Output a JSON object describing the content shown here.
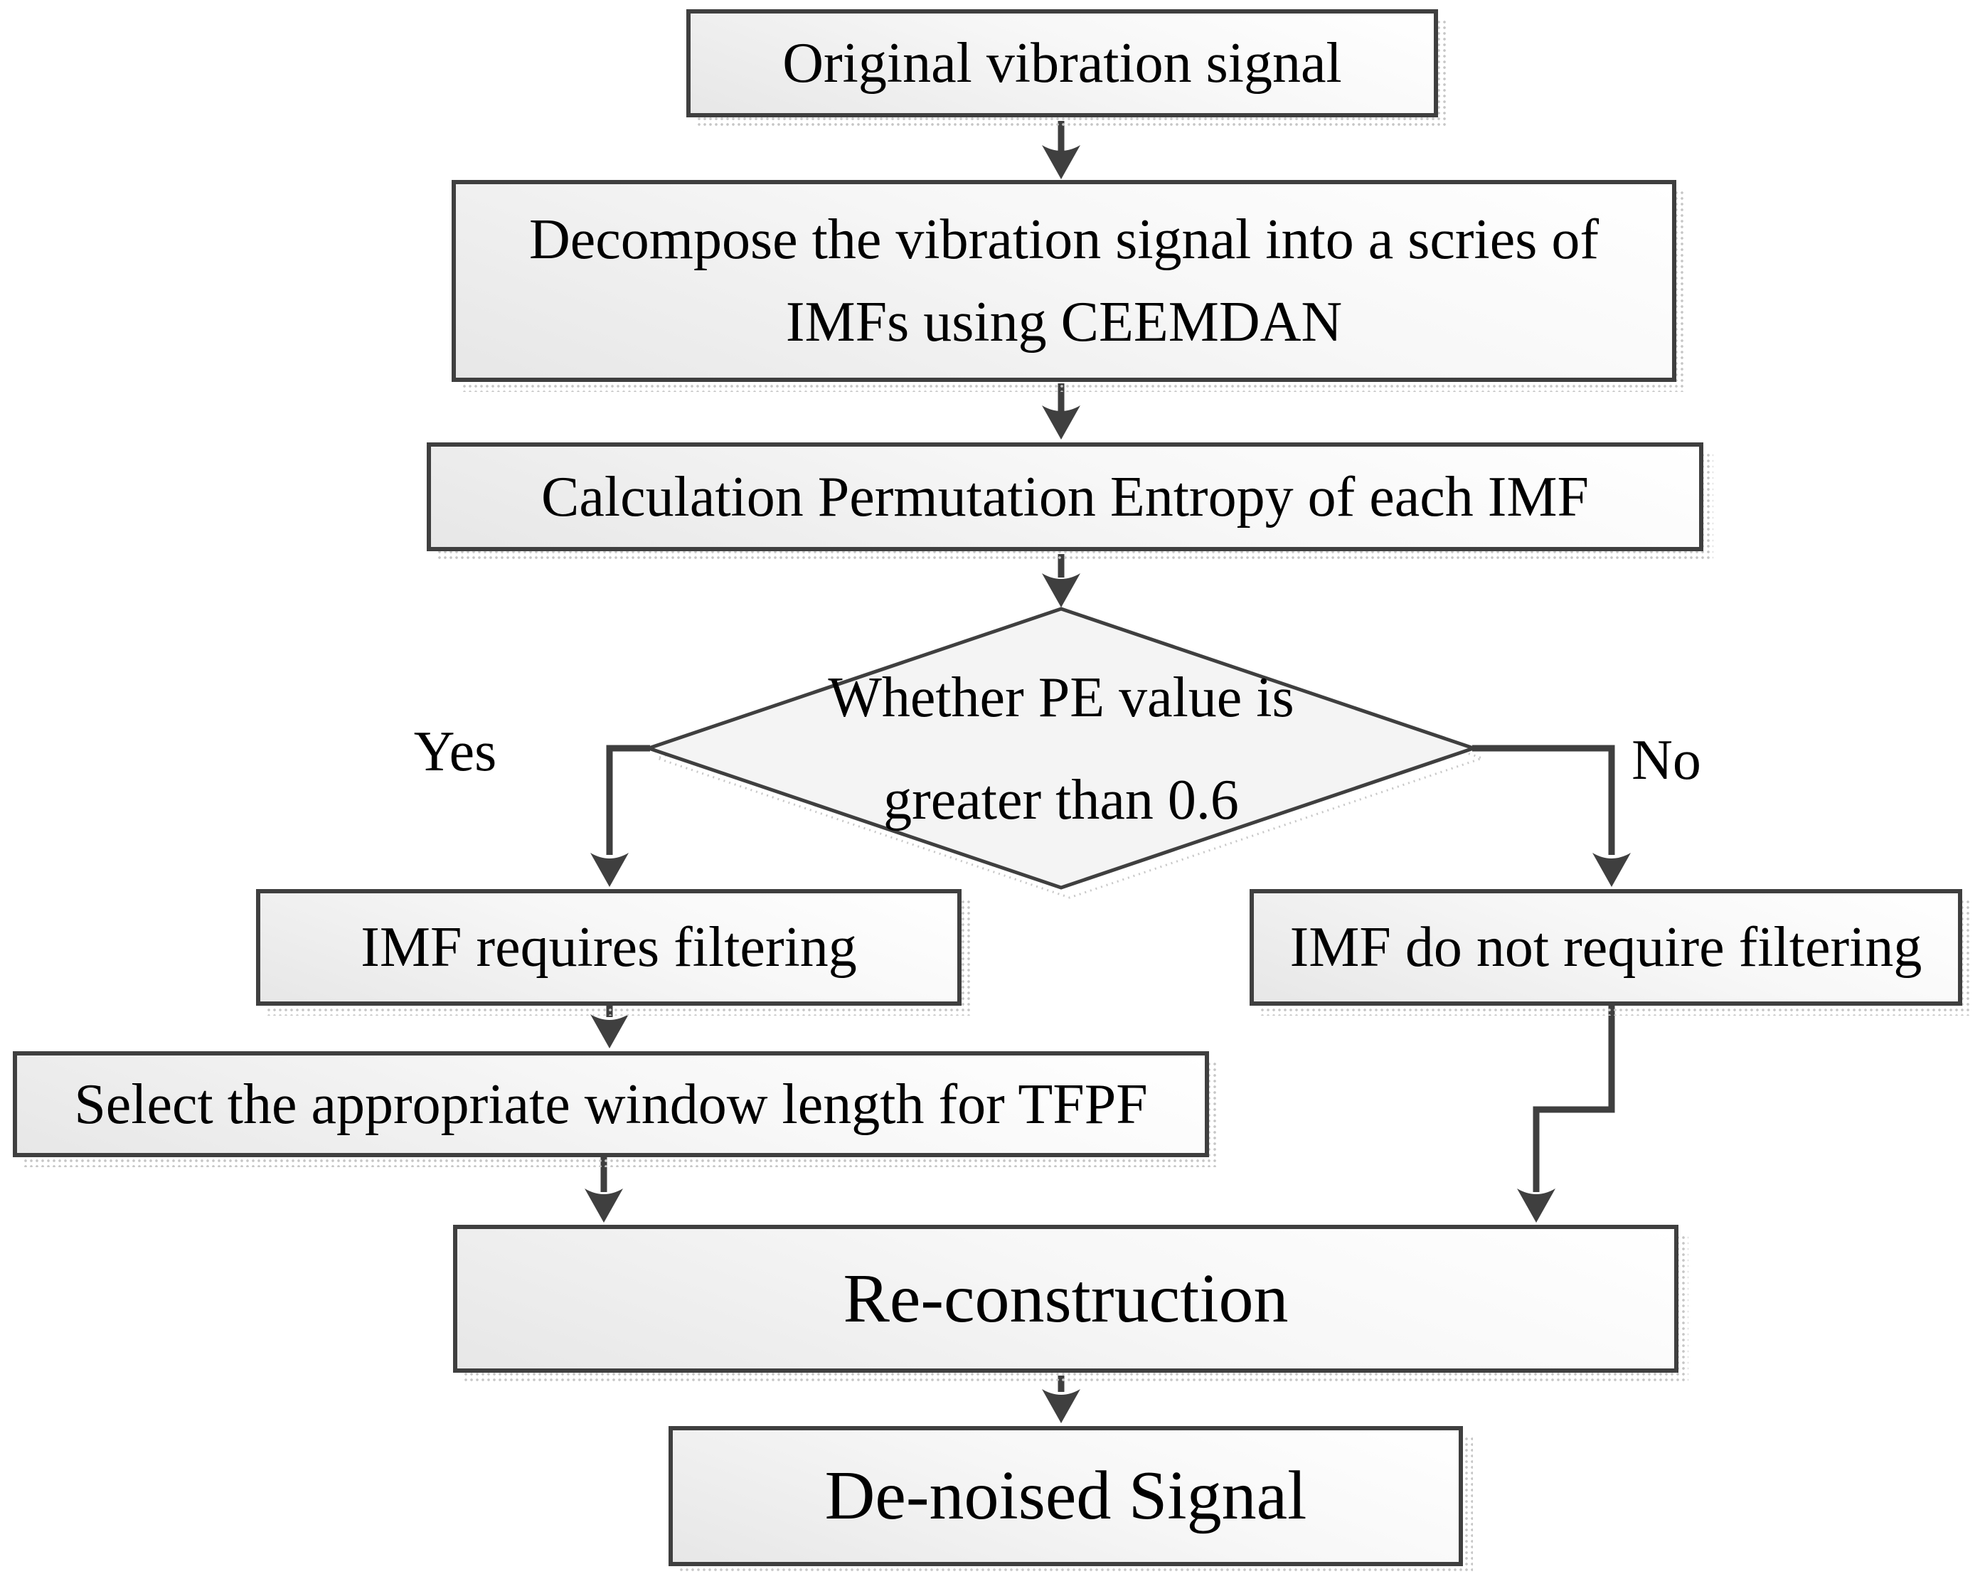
{
  "page": {
    "background": "#ffffff"
  },
  "colors": {
    "line": "#3f3f3f",
    "node_border": "#3f3f3f",
    "node_fill_top": "#ffffff",
    "node_fill_bottom": "#e7e7e7",
    "text": "#000000",
    "shadow_dots": "#c6c6c6"
  },
  "flowchart": {
    "nodes": {
      "original": {
        "label": "Original vibration signal"
      },
      "decompose": {
        "line1": "Decompose the vibration signal into a scries of",
        "line2": "IMFs using CEEMDAN"
      },
      "calc_pe": {
        "label": "Calculation Permutation Entropy of each IMF"
      },
      "decision": {
        "line1": "Whether PE value is",
        "line2": "greater than 0.6"
      },
      "imf_filter": {
        "label": "IMF requires filtering"
      },
      "imf_no_filter": {
        "label": "IMF do not require filtering"
      },
      "select_window": {
        "label": "Select the appropriate window length for TFPF"
      },
      "reconstruction": {
        "label": "Re-construction"
      },
      "denoised": {
        "label": "De-noised Signal"
      }
    },
    "branch_labels": {
      "yes": "Yes",
      "no": "No"
    },
    "edges": [
      {
        "from": "original",
        "to": "decompose",
        "label": ""
      },
      {
        "from": "decompose",
        "to": "calc_pe",
        "label": ""
      },
      {
        "from": "calc_pe",
        "to": "decision",
        "label": ""
      },
      {
        "from": "decision",
        "to": "imf_filter",
        "label": "Yes"
      },
      {
        "from": "decision",
        "to": "imf_no_filter",
        "label": "No"
      },
      {
        "from": "imf_filter",
        "to": "select_window",
        "label": ""
      },
      {
        "from": "select_window",
        "to": "reconstruction",
        "label": ""
      },
      {
        "from": "imf_no_filter",
        "to": "reconstruction",
        "label": ""
      },
      {
        "from": "reconstruction",
        "to": "denoised",
        "label": ""
      }
    ]
  }
}
